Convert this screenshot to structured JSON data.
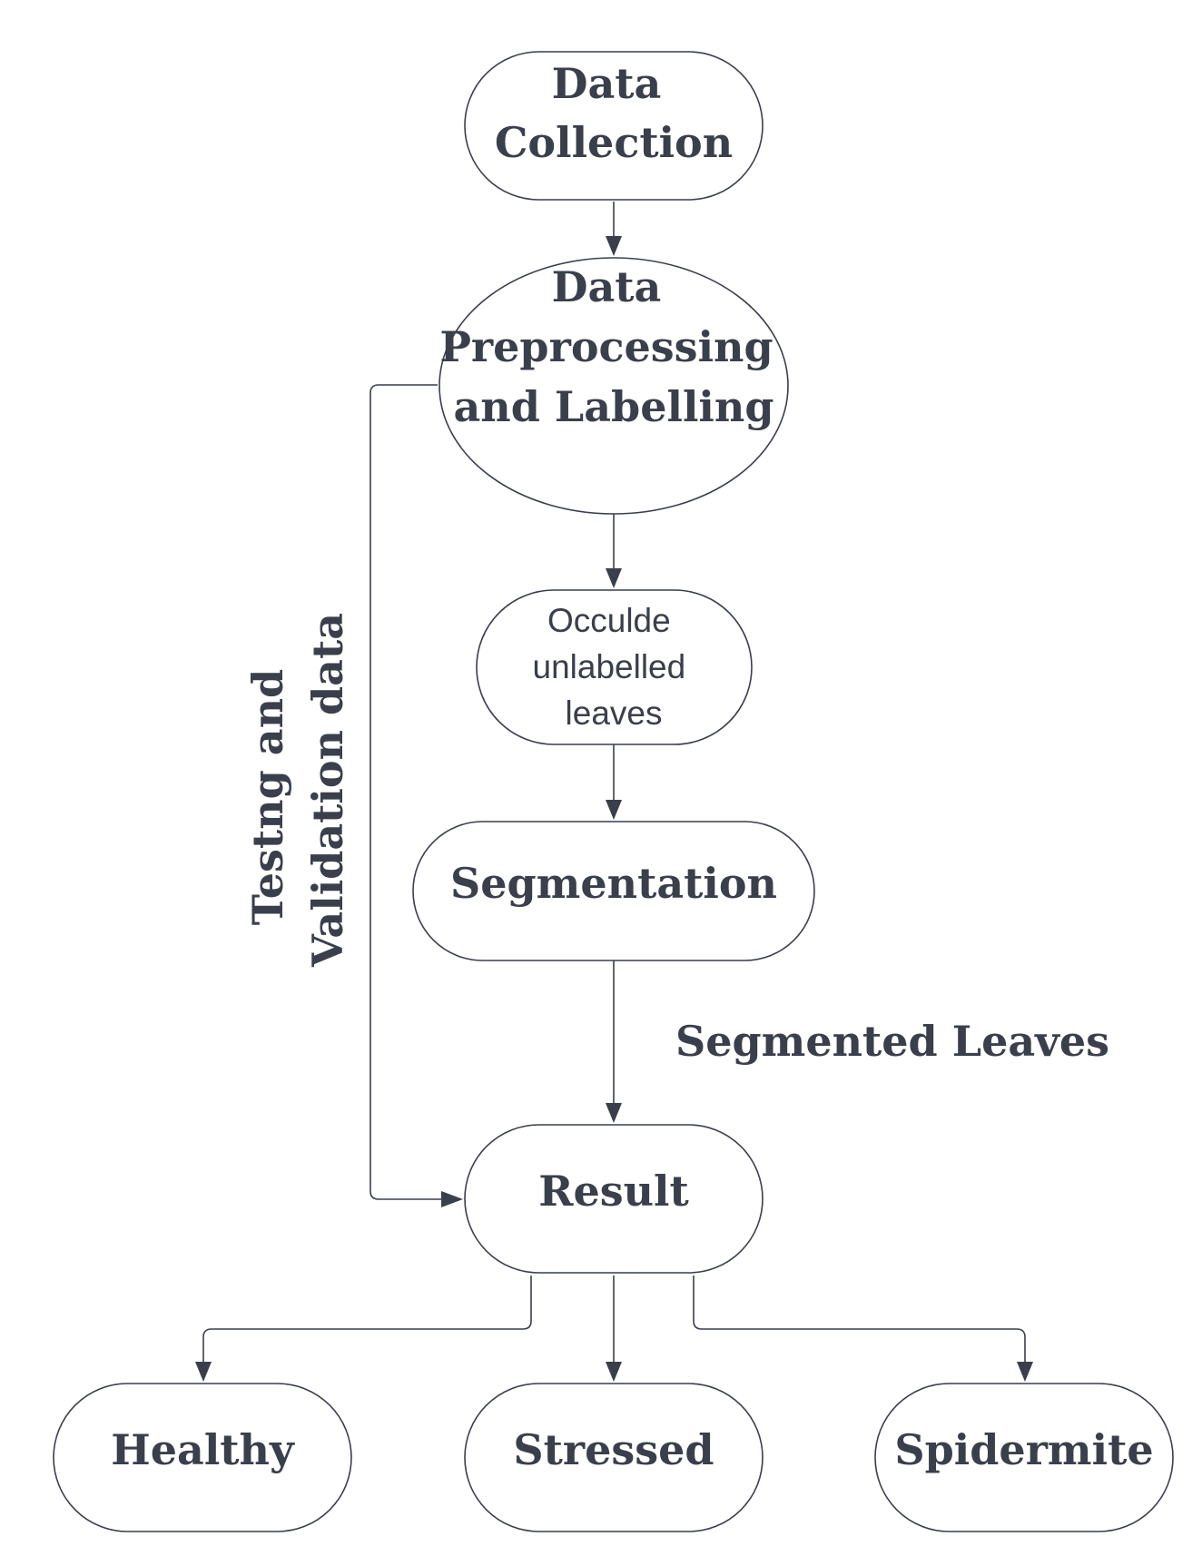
{
  "diagram": {
    "nodes": {
      "data_collection": [
        "Data",
        "Collection"
      ],
      "preprocessing": [
        "Data",
        "Preprocessing",
        "and Labelling"
      ],
      "occlude": [
        "Occulde",
        "unlabelled",
        "leaves"
      ],
      "segmentation": [
        "Segmentation"
      ],
      "result": [
        "Result"
      ],
      "healthy": [
        "Healthy"
      ],
      "stressed": [
        "Stressed"
      ],
      "spidermite": [
        "Spidermite"
      ]
    },
    "labels": {
      "testing_validation": [
        "Testng and",
        "Validation data"
      ],
      "segmented_leaves": "Segmented Leaves"
    }
  }
}
